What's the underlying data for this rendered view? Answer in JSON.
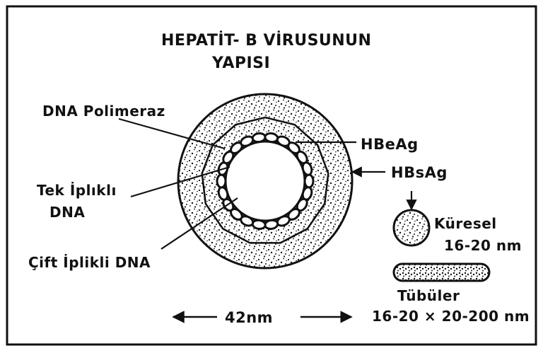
{
  "title": {
    "line1": "HEPATİT- B VİRUSUNUN",
    "line2": "YAPISI"
  },
  "labels": {
    "dna_polimeraz": "DNA Polimeraz",
    "hbeag": "HBeAg",
    "hbsag": "HBsAg",
    "tek_iplikli_1": "Tek İplıklı",
    "tek_iplikli_2": "DNA",
    "cift_iplikli": "Çift İplikli DNA",
    "kuresel_1": "Küresel",
    "kuresel_2": "16-20 nm",
    "tubuler_1": "Tübüler",
    "tubuler_2": "16-20 × 20-200 nm",
    "scale": "42nm"
  },
  "colors": {
    "ink": "#111111",
    "paper": "#ffffff"
  }
}
